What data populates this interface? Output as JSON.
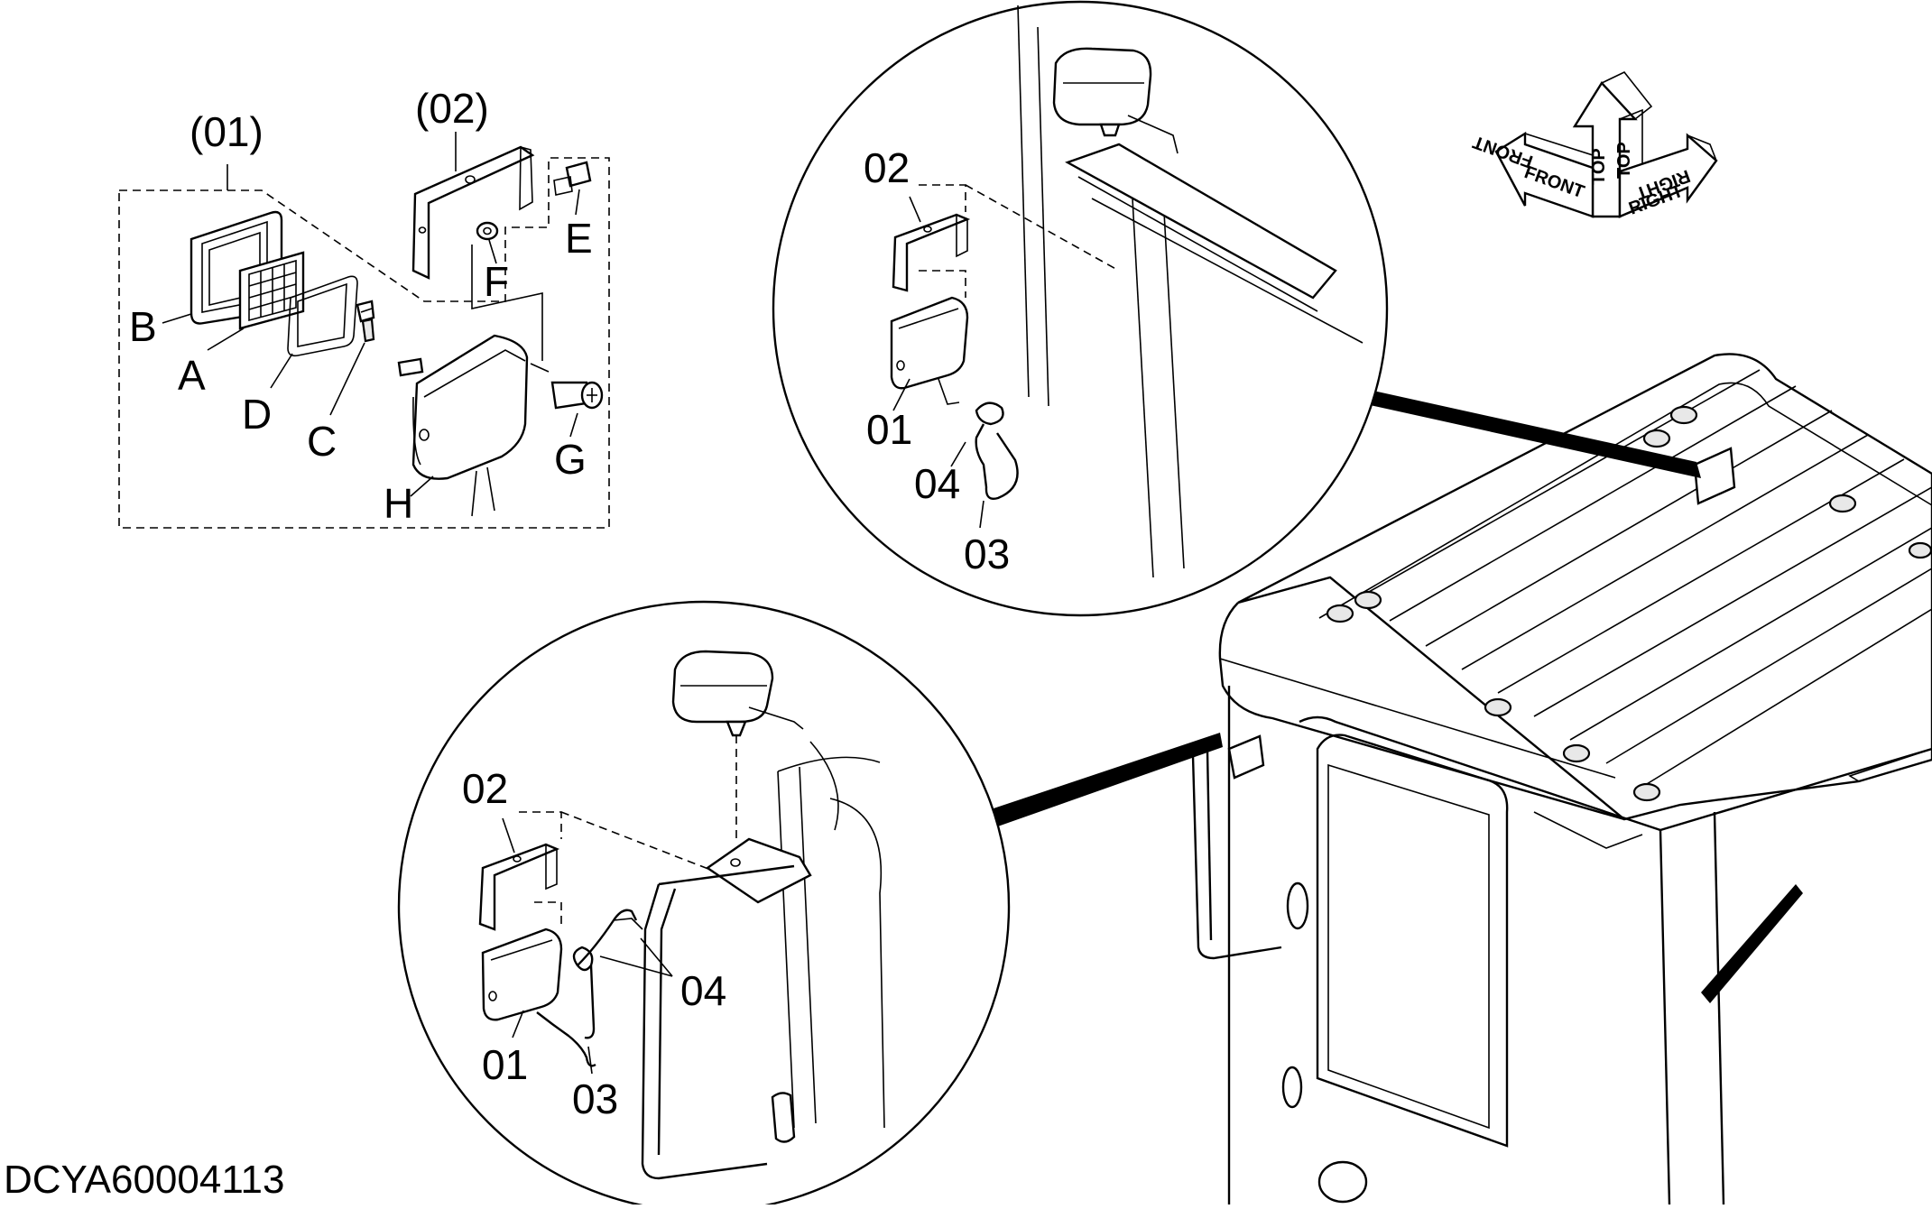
{
  "drawing_code": "DCYA60004113",
  "exploded_view": {
    "group_labels": [
      "(01)",
      "(02)"
    ],
    "component_letters": [
      "A",
      "B",
      "C",
      "D",
      "E",
      "F",
      "G",
      "H"
    ]
  },
  "detail_top": {
    "labels": [
      "02",
      "01",
      "04",
      "03"
    ]
  },
  "detail_bottom": {
    "labels": [
      "02",
      "04",
      "01",
      "03"
    ]
  },
  "orientation": {
    "top": "TOP",
    "front": "FRONT",
    "right": "RIGHT"
  }
}
